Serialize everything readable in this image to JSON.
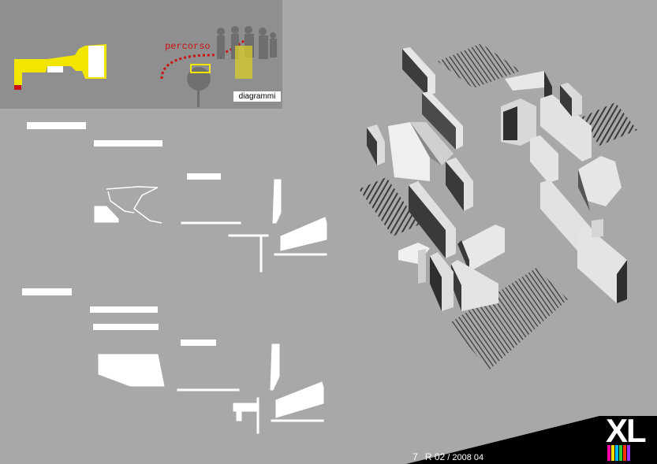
{
  "diagram": {
    "percorso": "percorso",
    "diagrammi": "diagrammi"
  },
  "footer": {
    "page_number": "7",
    "code": "R 02",
    "date": "/ 2008 04"
  },
  "logo": {
    "text": "XL"
  },
  "colors": {
    "background": "#a8a8a8",
    "panel": "#8f8f8f",
    "accent_yellow": "#f2e600",
    "accent_red": "#cc1111"
  }
}
